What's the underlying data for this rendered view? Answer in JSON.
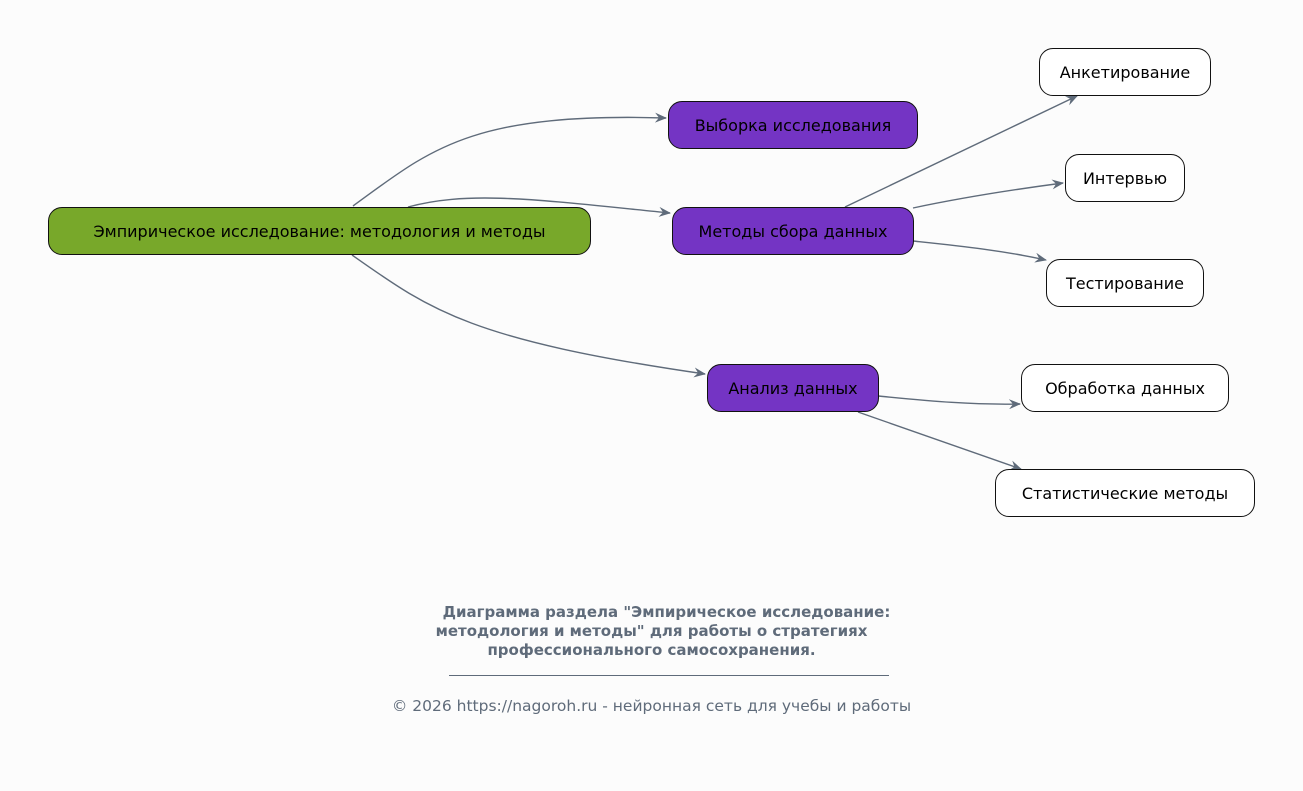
{
  "colors": {
    "root": "#78a82a",
    "branch": "#7434c4",
    "leaf": "#ffffff",
    "edge": "#5f6b7a",
    "caption": "#5f6b7a"
  },
  "nodes": {
    "root": "Эмпирическое исследование: методология и методы",
    "sample": "Выборка исследования",
    "methods": "Методы сбора данных",
    "analysis": "Анализ данных",
    "survey": "Анкетирование",
    "interview": "Интервью",
    "testing": "Тестирование",
    "processing": "Обработка данных",
    "statistics": "Статистические методы"
  },
  "caption": {
    "line1": "Диаграмма раздела \"Эмпирическое исследование:",
    "line2": "методология и методы\" для работы о стратегиях",
    "line3": "профессионального самосохранения.",
    "footer": "© 2026 https://nagoroh.ru - нейронная сеть для учебы и работы"
  }
}
